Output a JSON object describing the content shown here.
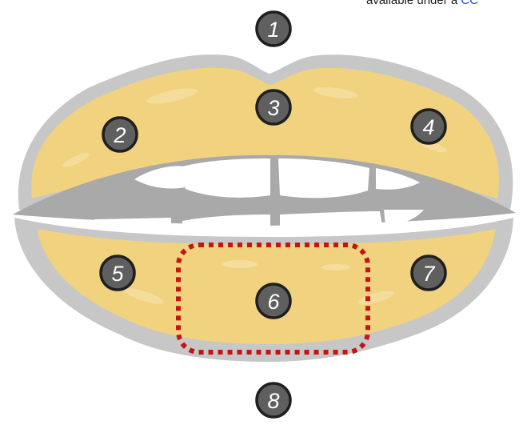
{
  "credit": {
    "prefix": "available under a ",
    "link_text": "CC"
  },
  "colors": {
    "lip_fill": "#f0d27f",
    "lip_outline": "#c4c4c4",
    "mouth_gap": "#aaaaaa",
    "teeth": "#ffffff",
    "marker_fill": "#5f5f5f",
    "marker_ring": "#1f1f1f",
    "highlight_box": "#c41414"
  },
  "markers": [
    {
      "label": "1",
      "name": "marker-1-above-upper-lip"
    },
    {
      "label": "2",
      "name": "marker-2-upper-lip-left"
    },
    {
      "label": "3",
      "name": "marker-3-upper-lip-center"
    },
    {
      "label": "4",
      "name": "marker-4-upper-lip-right"
    },
    {
      "label": "5",
      "name": "marker-5-lower-lip-left"
    },
    {
      "label": "6",
      "name": "marker-6-lower-lip-center"
    },
    {
      "label": "7",
      "name": "marker-7-lower-lip-right"
    },
    {
      "label": "8",
      "name": "marker-8-below-lower-lip"
    }
  ]
}
